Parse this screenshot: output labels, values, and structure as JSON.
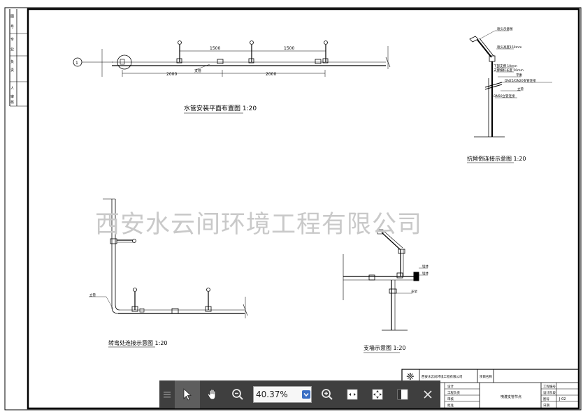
{
  "watermark": "西安水云间环境工程有限公司",
  "drawing": {
    "top_plan": {
      "caption": "水管安装平面布置图 1:20",
      "dim_spacing_1": "1500",
      "dim_spacing_2": "1500",
      "dim_lower_1": "2000",
      "dim_lower_2": "2000",
      "pipe_note": "支管",
      "grid_bubble": "1"
    },
    "lamp_detail": {
      "caption": "抗倾倒连接示意图 1:20",
      "notes": [
        "喷头示意图",
        "喷头高度150mm",
        "下部支撑 10mm",
        "支撑横杆长度 50mm",
        "平衡",
        "DN25/DN20支管连接",
        "立管",
        "DN50立管连接"
      ]
    },
    "corner_detail": {
      "caption": "转弯处连接示意图 1:20",
      "pipe_note": "立管"
    },
    "wall_detail": {
      "caption": "支墙示意图 1:20",
      "side_note_1": "墙体",
      "side_note_2": "墙体",
      "pipe_note": "支架"
    },
    "title_block": {
      "company": "西安水云间环境工程有限公司",
      "project_label": "项目名称",
      "rows_left": [
        "设计",
        "工程负责",
        "审核",
        "批准"
      ],
      "drawing_name": "喷灌支管节点",
      "rows_right": [
        "工程编号",
        "设计阶段",
        "图号",
        "日期"
      ],
      "sheet_no": "J-02"
    },
    "left_strip": [
      "图",
      "号",
      "专",
      "业",
      "负",
      "责",
      "人",
      "审",
      "核"
    ]
  },
  "toolbar": {
    "zoom_value": "40.37%",
    "icons": [
      "menu-grip-icon",
      "select-arrow-icon",
      "pan-hand-icon",
      "zoom-out-icon",
      "zoom-in-icon",
      "fit-width-icon",
      "fit-page-icon",
      "sidebar-toggle-icon",
      "close-icon"
    ]
  }
}
